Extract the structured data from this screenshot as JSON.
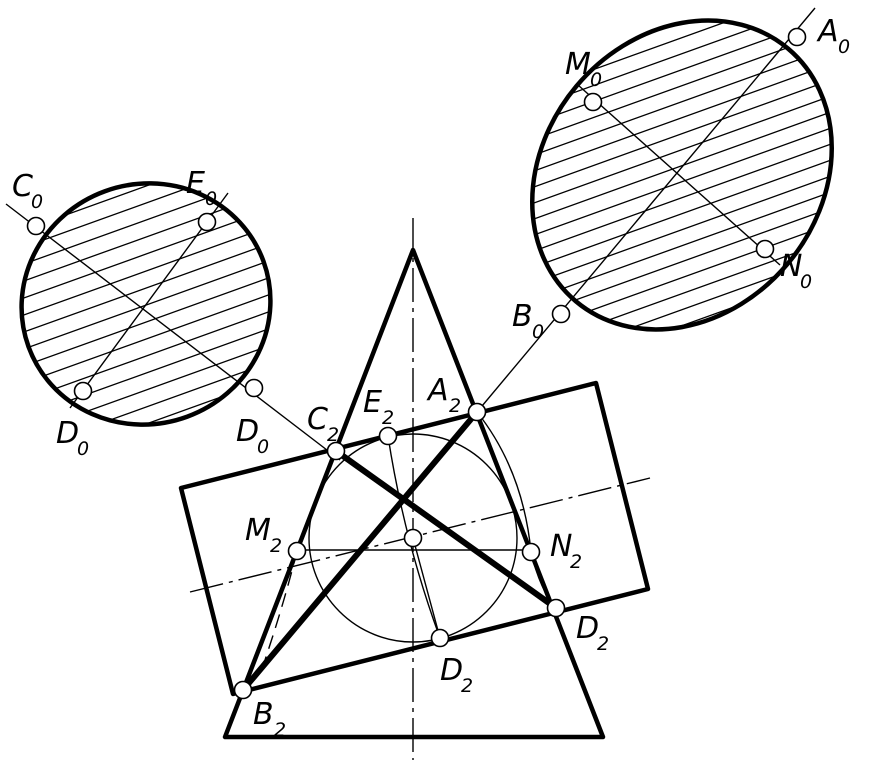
{
  "labels": {
    "C0": {
      "main": "C",
      "sub": "0"
    },
    "E0": {
      "main": "E",
      "sub": "0"
    },
    "D0_left": {
      "main": "D",
      "sub": "0"
    },
    "D0_right": {
      "main": "D",
      "sub": "0"
    },
    "M0": {
      "main": "M",
      "sub": "0"
    },
    "A0": {
      "main": "A",
      "sub": "0"
    },
    "N0": {
      "main": "N",
      "sub": "0"
    },
    "B0": {
      "main": "B",
      "sub": "0"
    },
    "C2": {
      "main": "C",
      "sub": "2"
    },
    "E2": {
      "main": "E",
      "sub": "2"
    },
    "A2": {
      "main": "A",
      "sub": "2"
    },
    "M2": {
      "main": "M",
      "sub": "2"
    },
    "N2": {
      "main": "N",
      "sub": "2"
    },
    "D2_right": {
      "main": "D",
      "sub": "2"
    },
    "D2_bottom": {
      "main": "D",
      "sub": "2"
    },
    "B2": {
      "main": "B",
      "sub": "2"
    }
  }
}
